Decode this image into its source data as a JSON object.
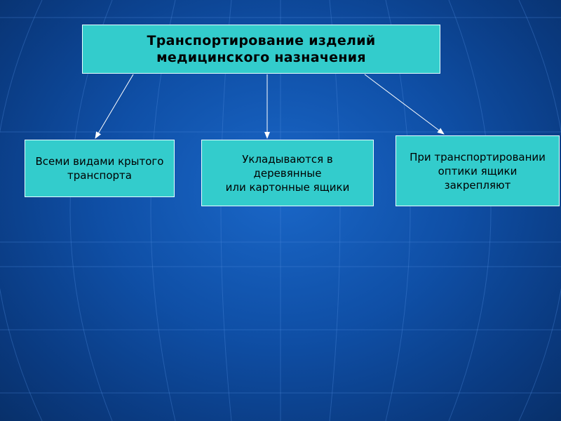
{
  "diagram": {
    "root": {
      "text": "Транспортирование изделий\nмедицинского назначения"
    },
    "children": [
      {
        "text": "Всеми видами крытого\nтранспорта"
      },
      {
        "text": "Укладываются в\nдеревянные\nили картонные ящики"
      },
      {
        "text": "При транспортировании\nоптики ящики\nзакрепляют"
      }
    ]
  },
  "colors": {
    "background": "#0f4fa6",
    "box_fill": "#33cccc",
    "box_border": "#e8ffff",
    "text": "#000000",
    "arrow": "#ffffff"
  }
}
